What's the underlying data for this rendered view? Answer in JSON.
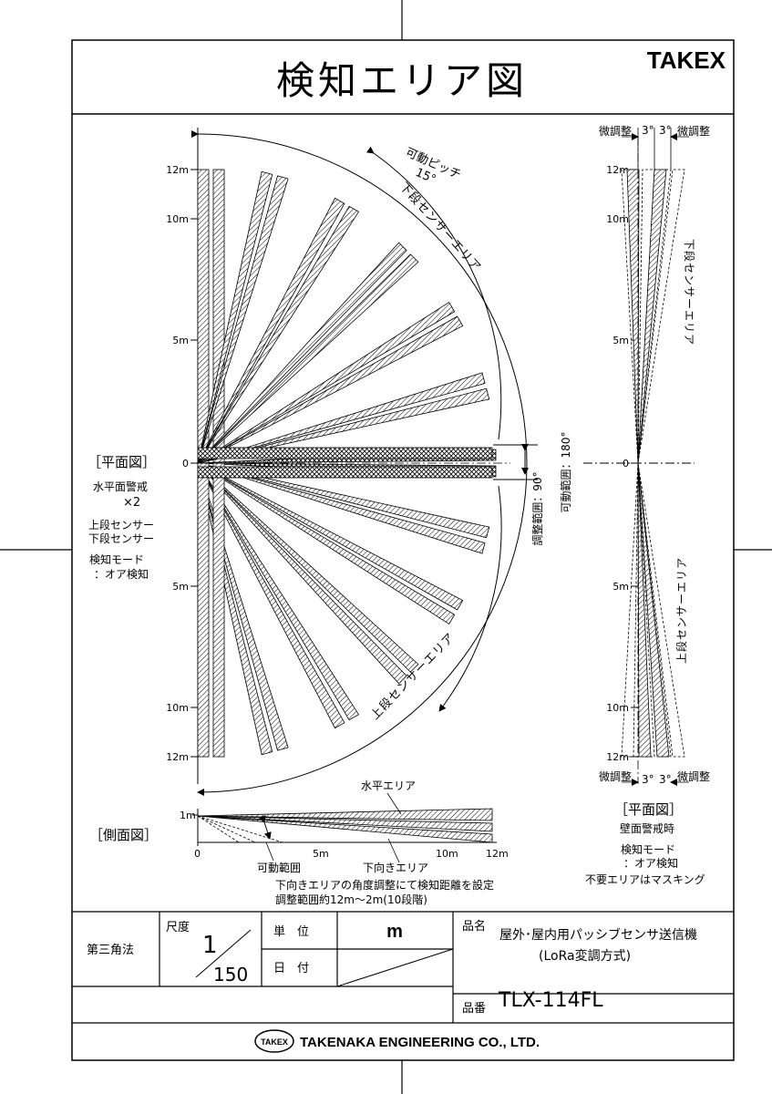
{
  "header": {
    "title": "検知エリア図",
    "brand": "TAKEX"
  },
  "plan_view": {
    "label": "［平面図］",
    "notes": [
      "水平面警戒",
      "×2",
      "上段センサー",
      "下段センサー",
      "検知モード",
      "：オア検知"
    ],
    "axis_ticks": [
      "12m",
      "10m",
      "5m",
      "0",
      "5m",
      "10m",
      "12m"
    ],
    "pitch_label": "可動ピッチ",
    "pitch_value": "15°",
    "lower_area_label": "下段センサーエリア",
    "upper_area_label": "上段センサーエリア",
    "adjust_range_label": "調整範囲：90°",
    "movable_range_label": "可動範囲：180°"
  },
  "side_view": {
    "label": "［側面図］",
    "top_tick": "1m",
    "x_ticks": [
      "0",
      "5m",
      "10m",
      "12m"
    ],
    "horizontal_area_label": "水平エリア",
    "down_area_label": "下向きエリア",
    "movable_label": "可動範囲",
    "note_line1": "下向きエリアの角度調整にて検知距離を設定",
    "note_line2": "調整範囲約12m～2m(10段階)"
  },
  "wall_view": {
    "label": "［平面図］",
    "notes": [
      "壁面警戒時",
      "検知モード",
      "：オア検知",
      "不要エリアはマスキング"
    ],
    "fine_adjust": "微調整",
    "angle": "3°",
    "axis_ticks": [
      "12m",
      "10m",
      "5m",
      "0",
      "5m",
      "10m",
      "12m"
    ],
    "lower_area_label": "下段センサーエリア",
    "upper_area_label": "上段センサーエリア"
  },
  "title_block": {
    "projection": "第三角法",
    "scale_label": "尺度",
    "scale_num": "1",
    "scale_den": "150",
    "unit_label": "単　位",
    "unit_value": "m",
    "date_label": "日　付",
    "product_name_label": "品名",
    "product_name_1": "屋外･屋内用パッシブセンサ送信機",
    "product_name_2": "(LoRa変調方式)",
    "product_no_label": "品番",
    "product_no": "TLX-114FL",
    "company": "TAKENAKA ENGINEERING CO., LTD.",
    "company_logo": "TAKEX"
  }
}
